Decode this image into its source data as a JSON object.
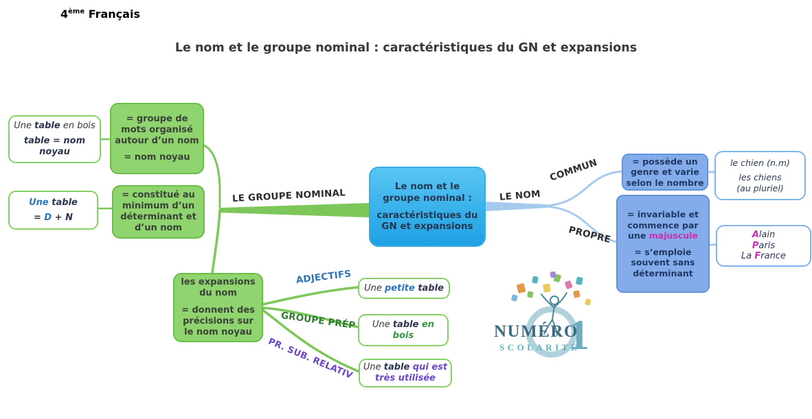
{
  "header": {
    "course": {
      "number": "4",
      "suffix": "ème",
      "subject": " Français"
    },
    "title": "Le nom et le groupe nominal : caractéristiques du GN et expansions"
  },
  "center_node": {
    "line1": "Le nom et le groupe nominal :",
    "line2": "caractéristiques du GN et expansions"
  },
  "branch_labels": {
    "groupe_nominal": "LE GROUPE NOMINAL",
    "le_nom": "LE NOM",
    "commun": "COMMUN",
    "propre": "PROPRE",
    "adjectifs": "ADJECTIFS",
    "groupe_prep": "GROUPE PRÉP",
    "pr_sub_relativ": "PR. SUB. RELATIV"
  },
  "groupe_nominal": {
    "definition": {
      "line1": "= groupe de mots organisé autour d’un nom",
      "line2": "= nom noyau"
    },
    "composition": "= constitué au minimum d’un déterminant et d’un nom",
    "example_noyau": {
      "pre": "Une ",
      "noun": "table",
      "post": " en bois",
      "line2": "table = nom noyau"
    },
    "example_dn": {
      "det": "Une",
      "noun": " table",
      "eq": "= ",
      "d": "D",
      "plus": " + ",
      "n": "N"
    }
  },
  "le_nom": {
    "commun": {
      "definition": "= possède un genre et varie selon le nombre",
      "example": {
        "line1": "le chien (n.m)",
        "line2": "les chiens",
        "line3": "(au pluriel)"
      }
    },
    "propre": {
      "def1_pre": "= invariable et commence par une ",
      "def1_highlight": "majuscule",
      "def2": "= s’emploie souvent sans déterminant",
      "example": {
        "name1_cap": "A",
        "name1_rest": "lain",
        "name2_cap": "P",
        "name2_rest": "aris",
        "name3_pre": "La ",
        "name3_cap": "F",
        "name3_rest": "rance"
      }
    }
  },
  "expansions": {
    "node": {
      "line1": "les expansions du nom",
      "line2": "= donnent des précisions sur le nom noyau"
    },
    "adjectif_example": {
      "pre": "Une ",
      "highlight": "petite",
      "noun": " table"
    },
    "groupe_prep_example": {
      "pre": "Une ",
      "noun": "table",
      "highlight": " en bois"
    },
    "relative_example": {
      "pre": "Une ",
      "noun": "table",
      "highlight": " qui est très utilisée"
    }
  },
  "logo": {
    "brand": "NUMÉRO",
    "numeral": "1",
    "tagline": "SCOLARITÉ"
  },
  "colors": {
    "green_node_bg": "#8fd46e",
    "green_node_border": "#6abd45",
    "green_line": "#7dc75a",
    "blue_line": "#a6c9ee",
    "cornflower_bg": "#84aceb",
    "cornflower_border": "#6292db",
    "center_top": "#58c5f3",
    "center_bottom": "#1fa0e3",
    "label_blue": "#2e75b6",
    "label_green": "#2e7d32",
    "label_purple": "#6b46c8",
    "highlight_magenta": "#cb2eb4",
    "logo_teal": "#55a8bc",
    "logo_navy": "#2d5e79"
  }
}
